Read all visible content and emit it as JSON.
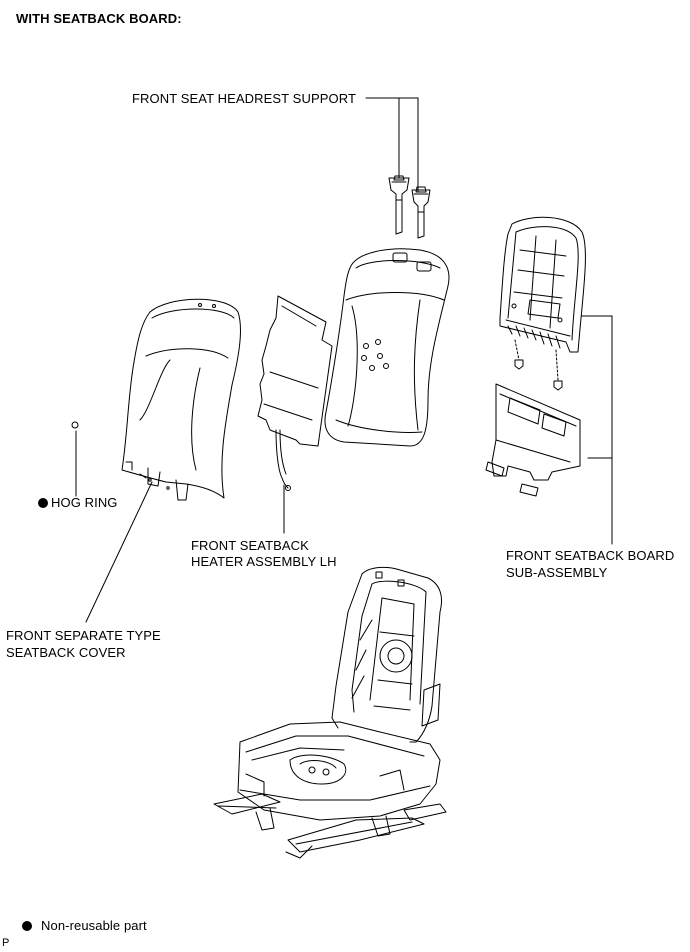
{
  "heading": "WITH SEATBACK BOARD:",
  "labels": {
    "headrest_support": "FRONT SEAT HEADREST SUPPORT",
    "hog_ring": "HOG RING",
    "heater_line1": "FRONT SEATBACK",
    "heater_line2": "HEATER ASSEMBLY LH",
    "board_line1": "FRONT SEATBACK BOARD",
    "board_line2": "SUB-ASSEMBLY",
    "cover_line1": "FRONT SEPARATE TYPE",
    "cover_line2": "SEATBACK COVER"
  },
  "legend": {
    "symbol": "filled-circle-icon",
    "text": "Non-reusable part"
  },
  "corner_mark": "P",
  "colors": {
    "line": "#000000",
    "background": "#ffffff"
  }
}
